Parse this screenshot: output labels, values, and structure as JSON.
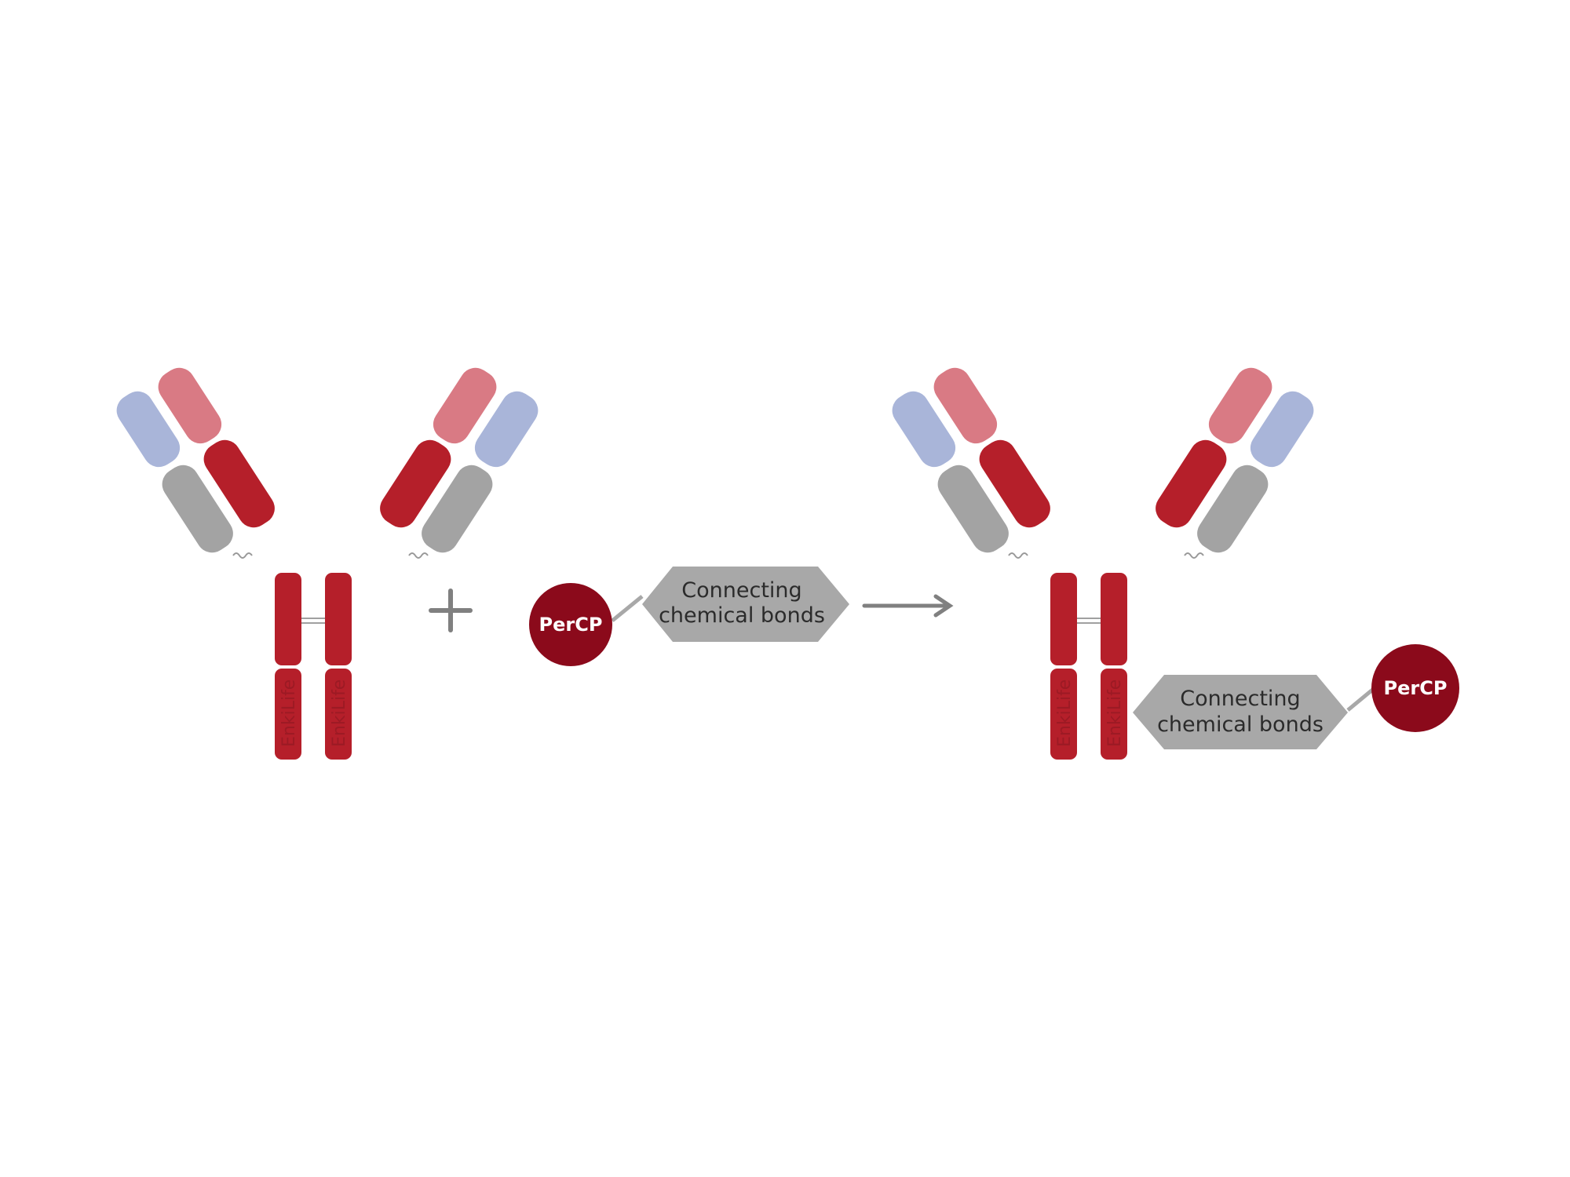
{
  "labels": {
    "percp": "PerCP",
    "bond_line1": "Connecting",
    "bond_line2": "chemical bonds",
    "watermark": "EnkiLife"
  },
  "icons": {
    "plus": "plus-icon",
    "arrow": "right-arrow-icon"
  },
  "colors": {
    "heavy_chain": "#b51f2a",
    "light_variable_pink": "#d97a84",
    "light_variable_blue": "#a9b5d9",
    "constant_gray": "#a3a3a3",
    "percp_circle": "#8b0a1b",
    "bond_box": "#a8a8a8",
    "operator": "#808080"
  }
}
